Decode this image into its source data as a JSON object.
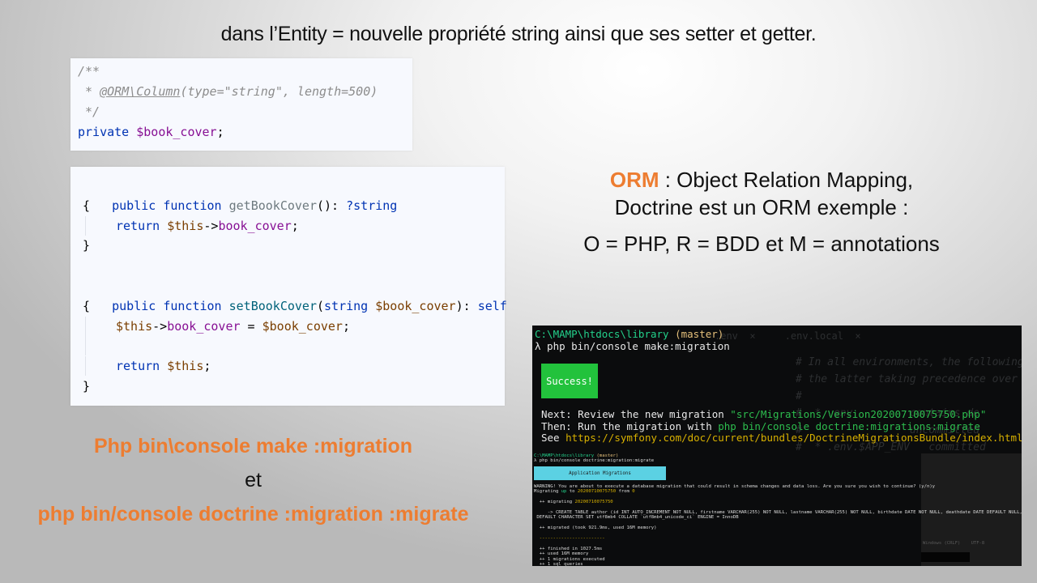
{
  "slide": {
    "title": "dans l’Entity = nouvelle propriété string ainsi que ses setter et getter."
  },
  "code_property": {
    "lines": [
      "/**",
      " * ",
      "@ORM\\Column",
      "(type=\"string\", length=500)",
      " */",
      "private",
      "$book_cover",
      ";"
    ]
  },
  "code_methods": {
    "kw_public": "public",
    "kw_function": "function",
    "getter_name": "getBookCover",
    "getter_sig_rest": "(): ",
    "getter_return_type": "?string",
    "brace_open": "{",
    "brace_close": "}",
    "kw_return": "return",
    "this": "$this",
    "arrow": "->",
    "prop": "book_cover",
    "semicolon": ";",
    "setter_name": "setBookCover",
    "setter_param_type": "string",
    "setter_param": "$book_cover",
    "setter_return_type": "self",
    "assign": " = "
  },
  "orm": {
    "acronym": "ORM",
    "line1_rest": " : Object Relation Mapping,",
    "line2": "Doctrine est un ORM exemple :",
    "line3": "O = PHP, R = BDD et M = annotations"
  },
  "commands": {
    "make_migration": "Php bin\\console make :migration",
    "et": "et",
    "migrate": "php bin/console doctrine :migration :migrate"
  },
  "terminal": {
    "prompt_path": "C:\\MAMP\\htdocs\\library",
    "prompt_branch": " (master)",
    "cmd1": "λ php bin/console make:migration",
    "success_label": "Success!",
    "next_prefix": "Next: Review the new migration ",
    "next_file": "\"src/Migrations/Version20200710075750.php\"",
    "then_prefix": "Then: Run the migration with ",
    "then_cmd": "php bin/console doctrine:migrations:migrate",
    "see_prefix": "See ",
    "see_url": "https://symfony.com/doc/current/bundles/DoctrineMigrationsBundle/index.html",
    "cmd2_path": "C:\\MAMP\\htdocs\\library",
    "cmd2_branch": " (master)",
    "cmd2": "λ php bin/console doctrine:migration:migrate",
    "app_migrations_label": "Application Migrations",
    "warning": "WARNING! You are about to execute a database migration that could result in schema changes and data loss. Are you sure you wish to continue? (y/n)y",
    "migrating_prefix": "Migrating ",
    "migrating_up": "up",
    "migrating_to": " to ",
    "migrating_version": "20200710075750",
    "migrating_from": " from ",
    "migrating_zero": "0",
    "migrating_line_prefix": "  ++ migrating ",
    "sql_line1": "     -> CREATE TABLE author (id INT AUTO_INCREMENT NOT NULL, firstname VARCHAR(255) NOT NULL, lastname VARCHAR(255) NOT NULL, birthdate DATE NOT NULL, deathdate DATE DEFAULT NULL, PRIMARY KEY(id))",
    "sql_line2": " DEFAULT CHARACTER SET utf8mb4 COLLATE `utf8mb4_unicode_ci` ENGINE = InnoDB",
    "migrated": "  ++ migrated (took 921.9ms, used 16M memory)",
    "dashes": "  ------------------------",
    "finished": "  ++ finished in 1027.5ms",
    "used_memory": "  ++ used 16M memory",
    "migrations_executed": "  ++ 1 migrations executed",
    "sql_queries": "  ++ 1 sql queries",
    "ide_tabs": ".env  ×     .env.local  ×",
    "ide_lines": [
      "# In all environments, the following",
      "# the latter taking precedence over",
      "#",
      "#  * .env         contains de",
      "#                 uncommitted",
      "#  * .env.$APP_ENV   committed"
    ],
    "ide_status": "Windows (CRLF)    UTF-8"
  }
}
